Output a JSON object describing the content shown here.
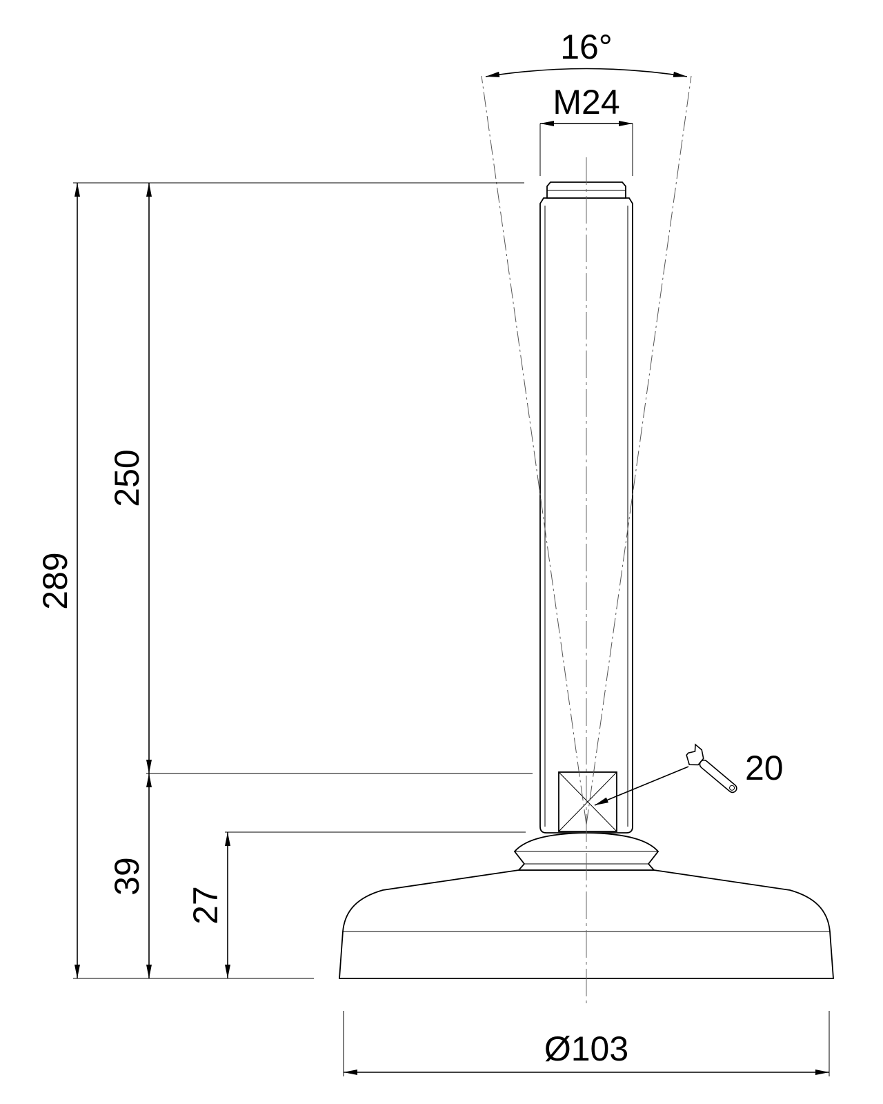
{
  "drawing": {
    "dimensions": {
      "angle": "16°",
      "thread": "M24",
      "total_height": "289",
      "stud_length": "250",
      "lower_height": "39",
      "base_height": "27",
      "wrench_size": "20",
      "base_diameter": "Ø103"
    },
    "icons": {
      "wrench": "wrench-icon"
    }
  }
}
